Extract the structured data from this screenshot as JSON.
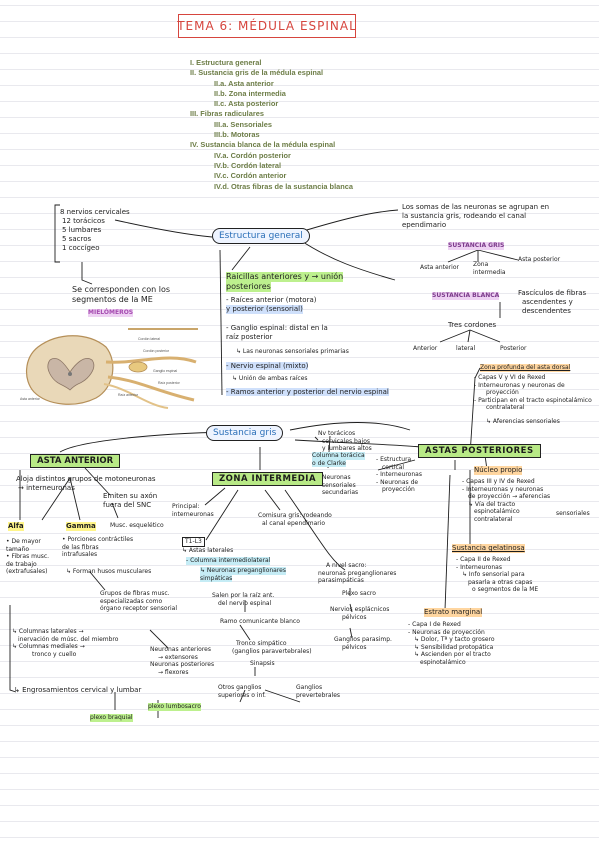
{
  "title": "TEMA 6: MÉDULA ESPINAL",
  "outline": [
    {
      "level": 1,
      "text": "I. Estructura general"
    },
    {
      "level": 1,
      "text": "II. Sustancia gris de la médula espinal"
    },
    {
      "level": 2,
      "text": "II.a. Asta anterior"
    },
    {
      "level": 2,
      "text": "II.b. Zona intermedia"
    },
    {
      "level": 2,
      "text": "II.c. Asta posterior"
    },
    {
      "level": 1,
      "text": "III. Fibras radiculares"
    },
    {
      "level": 2,
      "text": "III.a. Sensoriales"
    },
    {
      "level": 2,
      "text": "III.b. Motoras"
    },
    {
      "level": 1,
      "text": "IV. Sustancia blanca de la médula espinal"
    },
    {
      "level": 2,
      "text": "IV.a. Cordón posterior"
    },
    {
      "level": 2,
      "text": "IV.b. Cordón lateral"
    },
    {
      "level": 2,
      "text": "IV.c. Cordón anterior"
    },
    {
      "level": 2,
      "text": "IV.d. Otras fibras de la sustancia blanca"
    }
  ],
  "estructura": {
    "label": "Estructura general",
    "nervios": [
      "8 nervios cervicales",
      "12 torácicos",
      "5 lumbares",
      "5 sacros",
      "1 coccígeo"
    ],
    "segmentos": [
      "Se corresponden con los",
      "segmentos de la ME"
    ],
    "mielomeros": "MIELÓMEROS",
    "raicillas": [
      "Raicillas anteriores y → unión",
      "posteriores"
    ],
    "raices": [
      "- Raíces anterior (motora)",
      "y posterior (sensorial)"
    ],
    "ganglio": [
      "- Ganglio espinal: distal en la",
      "raíz posterior"
    ],
    "ganglio_sub": "↳ Las neuronas sensoriales primarias",
    "nervio": "- Nervio espinal (mixto)",
    "union": "↳ Unión de ambas raíces",
    "ramos": "- Ramos anterior y posterior del nervio espinal",
    "somas": [
      "Los somas de las neuronas se agrupan en",
      "la sustancia gris, rodeando el canal",
      "ependimario"
    ],
    "sg_label": "SUSTANCIA GRIS",
    "sg_parts": [
      "Asta anterior",
      "Zona intermedia",
      "Asta posterior"
    ],
    "sb_label": "SUSTANCIA BLANCA",
    "fasciculos": [
      "Fascículos de fibras",
      "ascendentes y",
      "descendentes"
    ],
    "tres": "Tres cordones",
    "cordones": [
      "Anterior",
      "lateral",
      "Posterior"
    ]
  },
  "sustancia": {
    "label": "Sustancia gris",
    "asta_anterior": "ASTA ANTERIOR",
    "aloja": [
      "Aloja distintos grupos de motoneuronas",
      "→ interneuronas"
    ],
    "emiten": [
      "Emiten su axón",
      "fuera del SNC"
    ],
    "musc": "Musc. esquelético",
    "alfa": "Alfa",
    "gamma": "Gamma",
    "alfa_desc": [
      "• De mayor",
      "tamaño",
      "• Fibras musc.",
      "de trabajo",
      "(extrafusales)"
    ],
    "gamma_desc": [
      "• Porciones contráctiles",
      "de las fibras",
      "intrafusales"
    ],
    "husos": "↳ Forman husos musculares",
    "grupos": [
      "Grupos de fibras musc.",
      "especializadas como",
      "órgano receptor sensorial"
    ],
    "columnas": [
      "↳ Columnas laterales →",
      "inervación de músc. del miembro",
      "↳ Columnas mediales →",
      "tronco y cuello"
    ],
    "neuronas_ant": [
      "Neuronas anteriores",
      "→ extensores",
      "Neuronas posteriores",
      "→ flexores"
    ],
    "engrosamientos": "↳ Engrosamientos cervical y lumbar",
    "plexo_lumbosacro": "plexo lumbosacro",
    "plexo_braquial": "plexo braquial",
    "zona_intermedia": "ZONA INTERMEDIA",
    "principal": [
      "Principal:",
      "interneuronas"
    ],
    "comisura": [
      "Comisura gris: rodeando",
      "al canal ependimario"
    ],
    "t1l3": "T1-L3",
    "astas_lat": "↳ Astas laterales",
    "col_intermedio": "- Columna intermediolateral",
    "pregang": [
      "↳ Neuronas preganglionares",
      "simpáticas"
    ],
    "salen": [
      "Salen por la raíz ant.",
      "del nervio espinal"
    ],
    "ramo": "Ramo comunicante blanco",
    "tronco": [
      "Tronco simpático",
      "(ganglios paravertebrales)"
    ],
    "sinapsis": "Sinapsis",
    "otros": [
      "Otros ganglios",
      "superiores o inf."
    ],
    "ganglios_prev": [
      "Ganglios",
      "prevertebrales"
    ],
    "sacro": [
      "A nivel sacro:",
      "neuronas preganglionares",
      "parasimpáticas"
    ],
    "plexo_sacro": "Plexo sacro",
    "nervios_esp": [
      "Nervios esplácnicos",
      "pélvicos"
    ],
    "ganglios_para": [
      "Ganglios parasimp.",
      "pélvicos"
    ],
    "nv": [
      "Nv torácicos",
      "cervicales bajos",
      "y lumbares altos"
    ],
    "columna_clarke": [
      "Columna torácica",
      "o de Clarke"
    ],
    "neuronas_sens": [
      "Neuronas",
      "sensoriales",
      "secundarias"
    ],
    "astas_posteriores": "ASTAS POSTERIORES",
    "estructura_cortical": [
      "- Estructura",
      "cortical",
      "- Interneuronas",
      "- Neuronas de",
      "proyección"
    ],
    "zona_profunda": "Zona profunda del asta dorsal",
    "zona_items": [
      "- Capas V y VI de Rexed",
      "- Interneuronas y neuronas de",
      "proyección",
      "- Participan en el tracto espinotalámico",
      "contralateral"
    ],
    "aferencias": "↳ Aferencias sensoriales",
    "nucleo": "Núcleo propio",
    "nucleo_items": [
      "- Capas III y IV de Rexed",
      "- Interneuronas y neuronas",
      "de proyección → aferencias",
      "↳ Vía del tracto",
      "espinotalámico",
      "contralateral"
    ],
    "sensoriales": "sensoriales",
    "gelatinosa": "Sustancia gelatinosa",
    "gel_items": [
      "- Capa II de Rexed",
      "- Interneuronas",
      "↳ Info sensorial para",
      "pasarla a otras capas",
      "o segmentos de la ME"
    ],
    "estrato": "Estrato marginal",
    "estrato_items": [
      "- Capa I de Rexed",
      "- Neuronas de proyección",
      "↳ Dolor, Tª y tacto grosero",
      "↳ Sensibilidad protopática",
      "↳ Ascienden por el tracto",
      "espinotalámico"
    ]
  }
}
